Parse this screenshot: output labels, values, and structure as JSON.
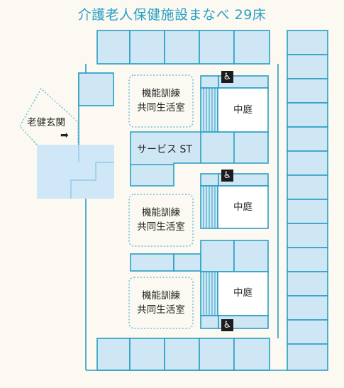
{
  "title": "介護老人保健施設まなべ 29床",
  "labels": {
    "entrance": "老健玄関",
    "entrance_arrow": "➡",
    "service_station": "サービス ST",
    "training_room_1": [
      "機能訓練",
      "共同生活室"
    ],
    "training_room_2": [
      "機能訓練",
      "共同生活室"
    ],
    "training_room_3": [
      "機能訓練",
      "共同生活室"
    ],
    "courtyard_1": "中庭",
    "courtyard_2": "中庭",
    "courtyard_3": "中庭"
  },
  "icons": {
    "accessible_toilet": "wheelchair-icon",
    "glyph": "♿"
  },
  "colors": {
    "title": "#2aa0c4",
    "room_fill": "#cfe7f5",
    "wall": "#2a9fc2",
    "lobby_fill": "#cfe7f7",
    "background": "#fbf9f1"
  }
}
